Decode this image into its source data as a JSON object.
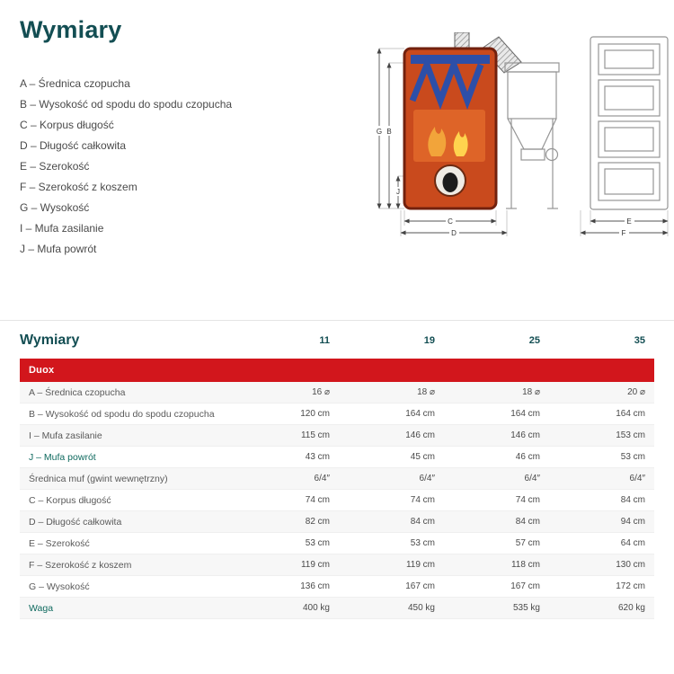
{
  "page": {
    "title": "Wymiary"
  },
  "legend": {
    "items": [
      "A – Średnica czopucha",
      "B – Wysokość od spodu do spodu czopucha",
      "C – Korpus długość",
      "D – Długość całkowita",
      "E – Szerokość",
      "F – Szerokość z koszem",
      "G – Wysokość",
      "I – Mufa zasilanie",
      "J – Mufa powrót"
    ]
  },
  "diagram": {
    "labels": {
      "g": "G",
      "b": "B",
      "j": "J",
      "c": "C",
      "d": "D",
      "e": "E",
      "f": "F"
    }
  },
  "colors": {
    "teal": "#134e53",
    "accent_teal": "#0f6a5f",
    "banner_red": "#d2161c"
  },
  "table": {
    "heading": "Wymiary",
    "columns": [
      "11",
      "19",
      "25",
      "35"
    ],
    "group": "Duox",
    "rows": [
      {
        "label": "A – Średnica czopucha",
        "values": [
          "16 ⌀",
          "18 ⌀",
          "18 ⌀",
          "20 ⌀"
        ],
        "accent": false
      },
      {
        "label": "B – Wysokość od spodu do spodu czopucha",
        "values": [
          "120 cm",
          "164 cm",
          "164 cm",
          "164 cm"
        ],
        "accent": false
      },
      {
        "label": "I – Mufa zasilanie",
        "values": [
          "115 cm",
          "146 cm",
          "146 cm",
          "153 cm"
        ],
        "accent": false
      },
      {
        "label": "J – Mufa powrót",
        "values": [
          "43 cm",
          "45 cm",
          "46 cm",
          "53 cm"
        ],
        "accent": true
      },
      {
        "label": "Średnica muf (gwint wewnętrzny)",
        "values": [
          "6/4″",
          "6/4″",
          "6/4″",
          "6/4″"
        ],
        "accent": false
      },
      {
        "label": "C – Korpus długość",
        "values": [
          "74 cm",
          "74 cm",
          "74 cm",
          "84 cm"
        ],
        "accent": false
      },
      {
        "label": "D – Długość całkowita",
        "values": [
          "82 cm",
          "84 cm",
          "84 cm",
          "94 cm"
        ],
        "accent": false
      },
      {
        "label": "E – Szerokość",
        "values": [
          "53 cm",
          "53 cm",
          "57 cm",
          "64 cm"
        ],
        "accent": false
      },
      {
        "label": "F – Szerokość z koszem",
        "values": [
          "119 cm",
          "119 cm",
          "118 cm",
          "130 cm"
        ],
        "accent": false
      },
      {
        "label": "G – Wysokość",
        "values": [
          "136 cm",
          "167 cm",
          "167 cm",
          "172 cm"
        ],
        "accent": false
      },
      {
        "label": "Waga",
        "values": [
          "400 kg",
          "450 kg",
          "535 kg",
          "620 kg"
        ],
        "accent": true
      }
    ]
  }
}
